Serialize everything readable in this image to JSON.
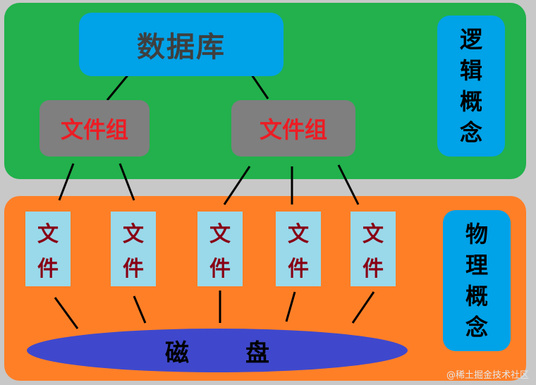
{
  "database": {
    "label": "数据库"
  },
  "filegroups": [
    {
      "label": "文件组"
    },
    {
      "label": "文件组"
    }
  ],
  "logical_concept": [
    "逻",
    "辑",
    "概",
    "念"
  ],
  "physical_concept": [
    "物",
    "理",
    "概",
    "念"
  ],
  "files": [
    {
      "line1": "文",
      "line2": "件"
    },
    {
      "line1": "文",
      "line2": "件"
    },
    {
      "line1": "文",
      "line2": "件"
    },
    {
      "line1": "文",
      "line2": "件"
    },
    {
      "line1": "文",
      "line2": "件"
    }
  ],
  "disk": {
    "char1": "磁",
    "char2": "盘"
  },
  "watermark": "@稀土掘金技术社区",
  "colors": {
    "logical_bg": "#22b14c",
    "physical_bg": "#ff7f27",
    "concept_box": "#00a2e8",
    "filegroup_box": "#7f7f7f",
    "filegroup_text": "#ed1c24",
    "file_box": "#99d9ea",
    "file_text": "#880015",
    "disk": "#3f48cc"
  }
}
